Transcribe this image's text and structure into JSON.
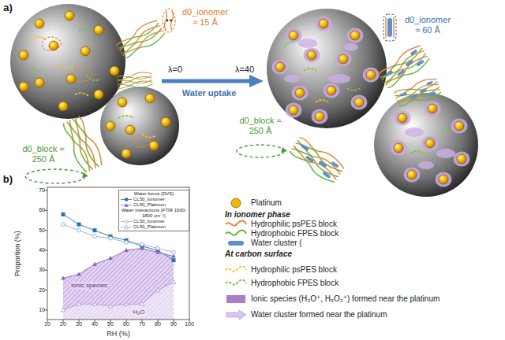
{
  "diagram": {
    "labels": [
      "a)",
      "d0_ionomer ≈ 15 Å",
      "λ=0",
      "Water uptake",
      "λ=40",
      "d0_ionomer ≈ 60 Å",
      "d0_block ≈ 250 Å",
      "d0_block ≈ 250 Å",
      "b)",
      "Proportion (%)",
      "RH (%)",
      "70",
      "60",
      "50",
      "40",
      "30",
      "20",
      "10",
      "10",
      "20",
      "30",
      "40",
      "50",
      "60",
      "70",
      "80",
      "90",
      "100",
      "Ionic species",
      "H₂O"
    ],
    "legend": [
      {
        "text": "Water forms (DVS)"
      },
      {
        "text": "CL50_Ionomer"
      },
      {
        "text": "CL50_Platinum"
      },
      {
        "text": "Water interactions (FTIR 1600-1800 cm⁻¹)"
      },
      {
        "text": "CL50_Ionomer"
      },
      {
        "text": "CL50_Platinum"
      },
      {
        "text": "Platinum",
        "color": "#f2b705"
      },
      {
        "text": "In ionomer phase"
      },
      {
        "text": "Hydrophilic psPES block"
      },
      {
        "text": "Hydrophobic FPES block"
      },
      {
        "text": "Water cluster ("
      },
      {
        "text": "At carbon surface"
      },
      {
        "text": "Hydrophilic psPES block"
      },
      {
        "text": "Hydrophobic FPES block"
      },
      {
        "text": "Ionic species (H₃O⁺, H₅O₂⁺) formed near the platinum",
        "color": "#a77fc9"
      },
      {
        "text": "Water cluster formed near the platinum"
      }
    ]
  }
}
